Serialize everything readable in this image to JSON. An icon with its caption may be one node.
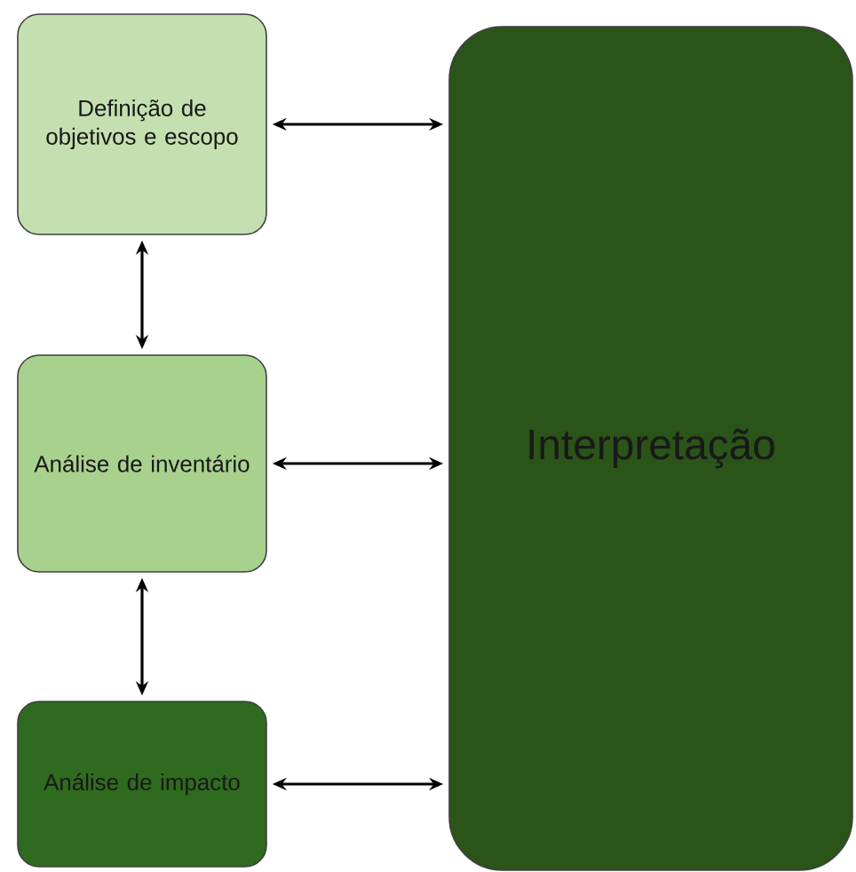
{
  "diagram": {
    "nodes": [
      {
        "text": [
          "Definição de objetivos e escopo"
        ]
      },
      {
        "text": [
          "Análise de inventário"
        ]
      },
      {
        "text": [
          "Análise de impacto"
        ]
      },
      {
        "text": [
          "Interpretação"
        ]
      }
    ],
    "edges": [
      {
        "from": 0,
        "to": 3,
        "arrow": "both"
      },
      {
        "from": 0,
        "to": 1,
        "arrow": "both"
      },
      {
        "from": 1,
        "to": 3,
        "arrow": "both"
      },
      {
        "from": 1,
        "to": 2,
        "arrow": "both"
      },
      {
        "from": 2,
        "to": 3,
        "arrow": "both"
      }
    ]
  }
}
